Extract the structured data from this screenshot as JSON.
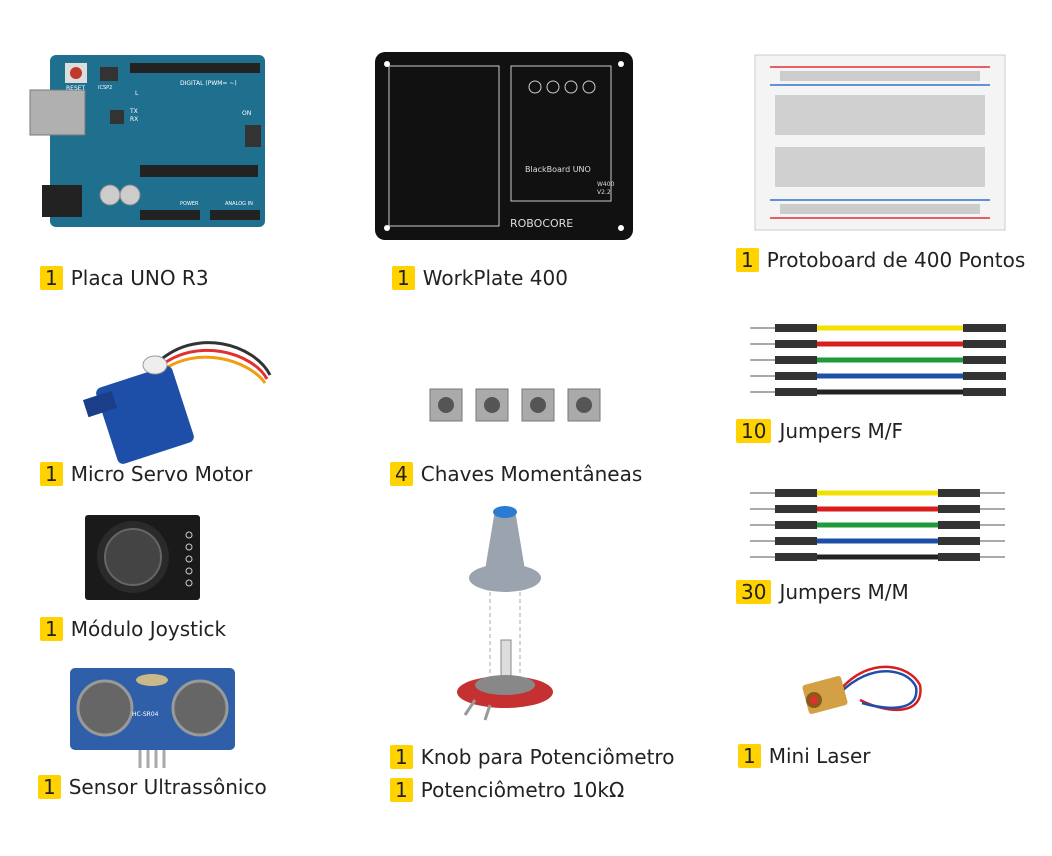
{
  "items": [
    {
      "qty": "1",
      "name": "Placa UNO R3"
    },
    {
      "qty": "1",
      "name": "WorkPlate 400"
    },
    {
      "qty": "1",
      "name": "Protoboard de 400 Pontos"
    },
    {
      "qty": "1",
      "name": "Micro Servo Motor"
    },
    {
      "qty": "4",
      "name": "Chaves Momentâneas"
    },
    {
      "qty": "10",
      "name": "Jumpers M/F"
    },
    {
      "qty": "1",
      "name": "Módulo Joystick"
    },
    {
      "qty": "30",
      "name": "Jumpers M/M"
    },
    {
      "qty": "1",
      "name": "Sensor Ultrassônico"
    },
    {
      "qty": "1",
      "name": "Knob para Potenciômetro"
    },
    {
      "qty": "1",
      "name": "Potenciômetro 10kΩ"
    },
    {
      "qty": "1",
      "name": "Mini Laser"
    }
  ],
  "board_text": {
    "uno_reset": "RESET",
    "uno_icsp": "ICSP2",
    "uno_l": "L",
    "uno_tx": "TX",
    "uno_rx": "RX",
    "uno_on": "ON",
    "uno_digital": "DIGITAL (PWM= ~)",
    "uno_power": "POWER",
    "uno_analog": "ANALOG IN",
    "workplate_brand": "BlackBoard UNO",
    "workplate_model": "W400",
    "workplate_version": "V2.2",
    "workplate_logo": "ROBOCORE",
    "sensor_model": "HC-SR04"
  },
  "colors": {
    "highlight": "#ffd200",
    "arduino": "#1f6f8f",
    "workplate": "#111111",
    "servo": "#1e4fa8",
    "sensor": "#2f5fa8"
  }
}
